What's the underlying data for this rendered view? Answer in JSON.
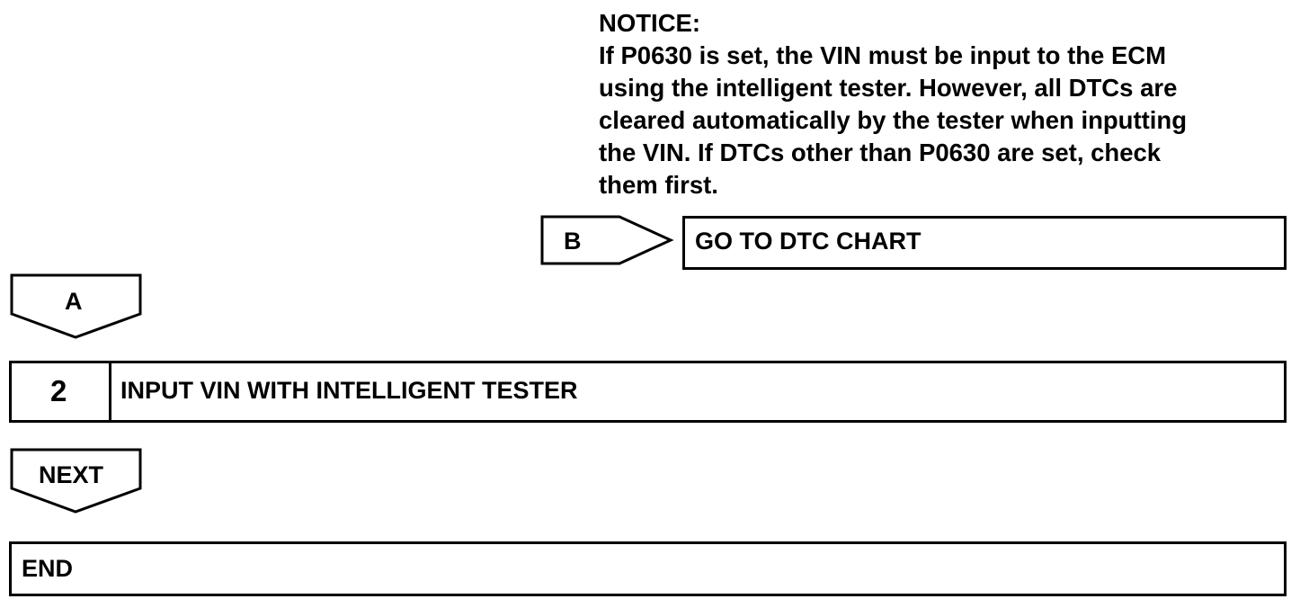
{
  "notice": {
    "heading": "NOTICE:",
    "lines": [
      "If P0630 is set, the VIN must be input to the ECM",
      "using the intelligent tester. However, all DTCs are",
      "cleared automatically by the tester when inputting",
      "the VIN. If DTCs other than P0630 are set, check",
      "them first."
    ]
  },
  "branch_b": {
    "label": "B",
    "target": "GO TO DTC CHART"
  },
  "branch_a": {
    "label": "A"
  },
  "step": {
    "number": "2",
    "title": "INPUT VIN WITH INTELLIGENT TESTER"
  },
  "next": {
    "label": "NEXT"
  },
  "end": {
    "label": "END"
  }
}
